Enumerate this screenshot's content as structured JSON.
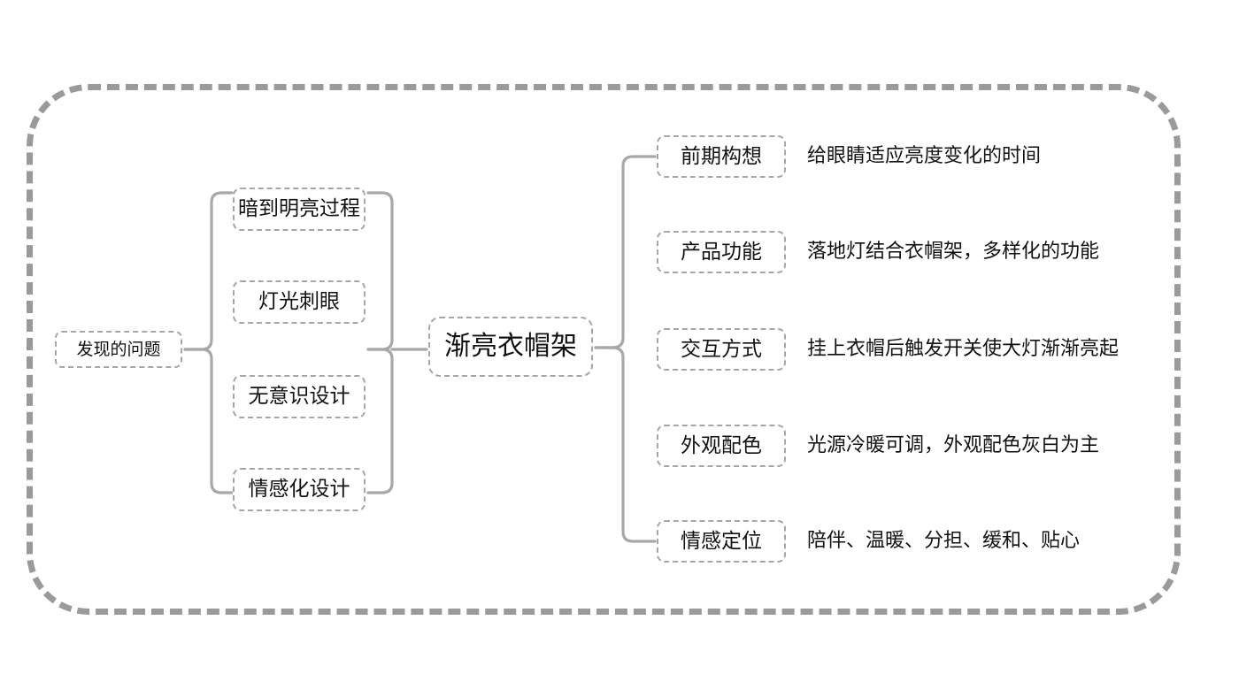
{
  "diagram": {
    "type": "mind-map",
    "title_node": "渐亮衣帽架",
    "root_node": "发现的问题",
    "left_branch": [
      {
        "label": "暗到明亮过程"
      },
      {
        "label": "灯光刺眼"
      },
      {
        "label": "无意识设计"
      },
      {
        "label": "情感化设计"
      }
    ],
    "right_branch": [
      {
        "label": "前期构想",
        "desc": "给眼睛适应亮度变化的时间"
      },
      {
        "label": "产品功能",
        "desc": "落地灯结合衣帽架，多样化的功能"
      },
      {
        "label": "交互方式",
        "desc": "挂上衣帽后触发开关使大灯渐渐亮起"
      },
      {
        "label": "外观配色",
        "desc": "光源冷暖可调，外观配色灰白为主"
      },
      {
        "label": "情感定位",
        "desc": "陪伴、温暖、分担、缓和、贴心"
      }
    ],
    "colors": {
      "frame_border": "#9a9a9a",
      "node_border": "#a6a6a6",
      "connector": "#a8a8a8",
      "text": "#111111",
      "background": "#ffffff"
    }
  }
}
